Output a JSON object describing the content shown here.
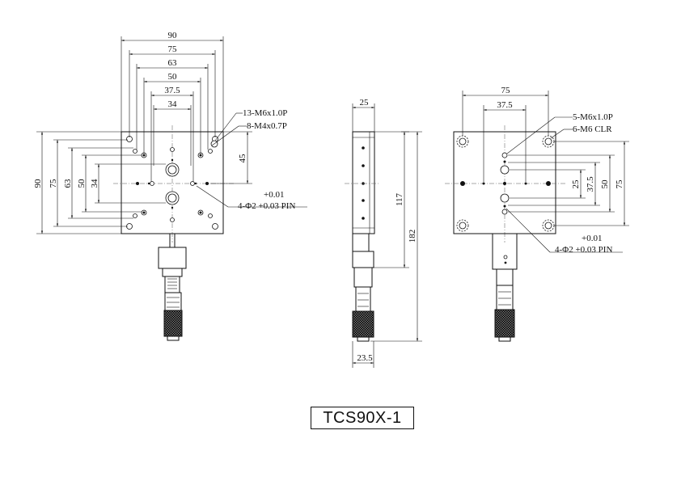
{
  "model": "TCS90X-1",
  "top_view": {
    "width_dims": [
      "90",
      "75",
      "63",
      "50",
      "37.5",
      "34"
    ],
    "height_dims": [
      "90",
      "75",
      "63",
      "50",
      "34"
    ],
    "dim_45": "45",
    "note_m6": "13-M6x1.0P",
    "note_m4": "8-M4x0.7P",
    "pin_tol": "+0.01",
    "pin_spec": "4-Φ2 +0.03 PIN"
  },
  "side_view": {
    "thickness": "25",
    "length_117": "117",
    "length_182": "182",
    "knob_width": "23.5"
  },
  "bottom_view": {
    "width_dims": [
      "75",
      "37.5"
    ],
    "height_dims": [
      "25",
      "37.5",
      "50",
      "75"
    ],
    "note_m6": "5-M6x1.0P",
    "note_clr": "6-M6 CLR",
    "pin_tol": "+0.01",
    "pin_spec": "4-Φ2 +0.03 PIN"
  }
}
